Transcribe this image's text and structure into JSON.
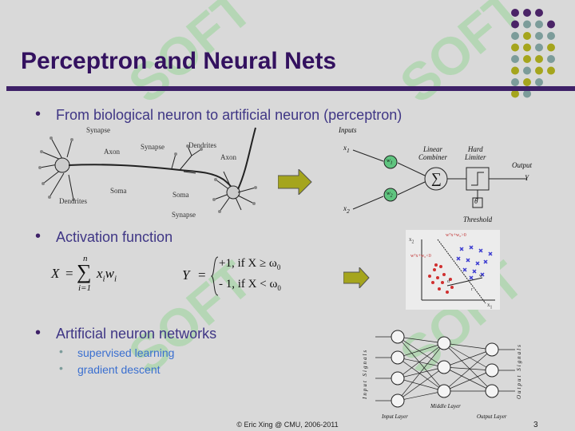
{
  "slide": {
    "title": "Perceptron and Neural Nets",
    "bullets": [
      {
        "text": "From biological neuron to artificial neuron (perceptron)"
      },
      {
        "text": "Activation function"
      },
      {
        "text": "Artificial neuron networks"
      }
    ],
    "sub_bullets": [
      "supervised learning",
      "gradient descent"
    ],
    "footer": "© Eric Xing @ CMU, 2006-2011",
    "page_number": "3"
  },
  "neuron_labels": {
    "synapse1": "Synapse",
    "synapse2": "Synapse",
    "synapse3": "Synapse",
    "axon1": "Axon",
    "axon2": "Axon",
    "dendrites1": "Dendrites",
    "dendrites2": "Dendrites",
    "soma1": "Soma",
    "soma2": "Soma"
  },
  "perceptron_labels": {
    "inputs": "Inputs",
    "x1": "x",
    "x1_sub": "1",
    "x2": "x",
    "x2_sub": "2",
    "w1": "w",
    "w1_sub": "1",
    "w2": "w",
    "w2_sub": "2",
    "linear_combiner": "Linear\nCombiner",
    "hard_limiter": "Hard\nLimiter",
    "output": "Output",
    "y": "Y",
    "threshold": "Threshold",
    "theta": "θ",
    "sigma": "∑"
  },
  "formulas": {
    "sum_lhs": "X",
    "sum_eq": "=",
    "sum_top": "n",
    "sum_bottom": "i=1",
    "sum_sym": "∑",
    "sum_term": "x",
    "sum_sub_i": "i",
    "sum_w": "w",
    "sum_w_sub": "i",
    "y_lhs": "Y",
    "y_eq": "=",
    "case1": "+1,  if X  ≥ ω",
    "case1_sub": "0",
    "case2": "- 1,  if X  < ω",
    "case2_sub": "0"
  },
  "scatter_labels": {
    "x2": "x",
    "x2_sub": "2",
    "x1": "x",
    "x1_sub": "1",
    "line1": "wᵀx+w₀>0",
    "line2": "wᵀx+w₀<0",
    "d_label": "d",
    "w_label": "w",
    "r_label": "r"
  },
  "network_labels": {
    "input_signals": "Input Signals",
    "output_signals": "Output Signals",
    "input_layer": "Input Layer",
    "middle_layer": "Middle Layer",
    "output_layer": "Output Layer"
  },
  "colors": {
    "title": "#33115f",
    "bar": "#3e2168",
    "bullet_text": "#3f3685",
    "sub_text": "#3a6fd0",
    "arrow": "#a5a51d",
    "purple_dot": "#4b2467",
    "teal_dot": "#7c9c9a",
    "olive_dot": "#a5a51d"
  },
  "watermark_text": "SOFT"
}
